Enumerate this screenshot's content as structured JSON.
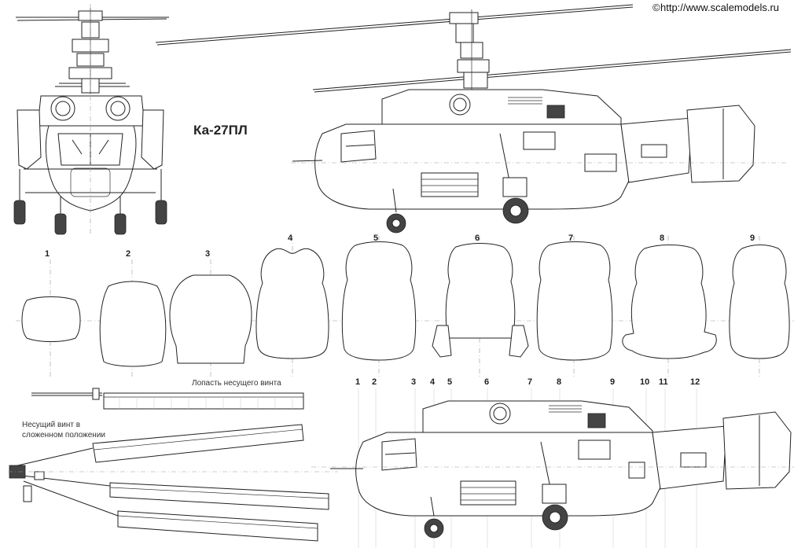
{
  "watermark": {
    "prefix": "©",
    "url": "http://www.scalemodels.ru"
  },
  "title": "Ка-27ПЛ",
  "blade_caption": "Лопасть несущего винта",
  "folded_caption_line1": "Несущий винт в",
  "folded_caption_line2": "сложенном положении",
  "section_numbers": [
    "1",
    "2",
    "3",
    "4",
    "5",
    "6",
    "7",
    "8",
    "9"
  ],
  "station_numbers": [
    "1",
    "2",
    "3",
    "4",
    "5",
    "6",
    "7",
    "8",
    "9",
    "10",
    "11",
    "12"
  ],
  "icons": [
    "helicopter-front-view",
    "helicopter-side-view",
    "helicopter-side-view-stations",
    "rotor-blade",
    "folded-rotor"
  ]
}
